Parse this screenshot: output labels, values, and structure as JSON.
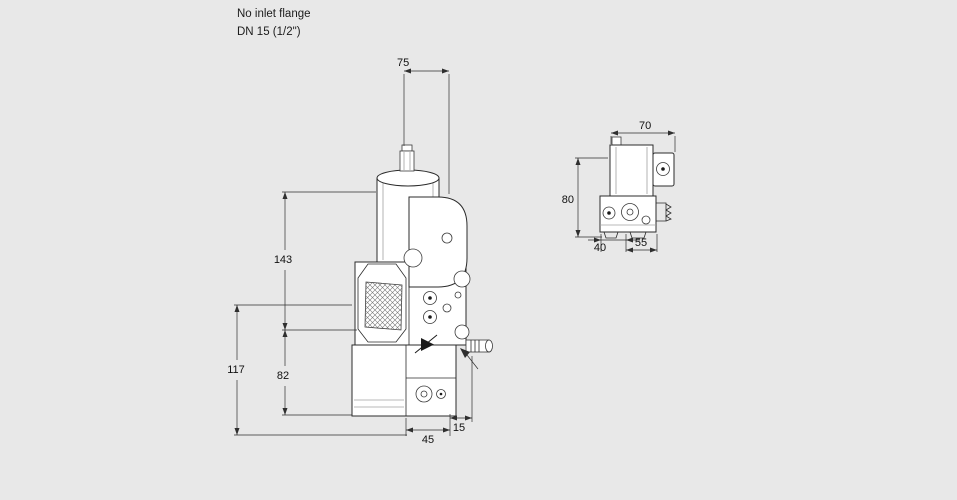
{
  "title": {
    "line1": "No inlet flange",
    "line2": "DN 15 (1/2\")"
  },
  "main_view": {
    "dim_top_width": "75",
    "dim_upper_height": "143",
    "dim_total_height": "117",
    "dim_lower_height": "82",
    "dim_base_width": "45",
    "dim_outlet_offset": "15"
  },
  "side_view": {
    "dim_width": "70",
    "dim_height": "80",
    "dim_depth_left": "40",
    "dim_depth_right": "55"
  },
  "colors": {
    "background": "#e8e8e8",
    "line": "#2b2b2b",
    "dimension": "#2f2f2f",
    "fill": "#ffffff",
    "hatch": "#777777"
  }
}
